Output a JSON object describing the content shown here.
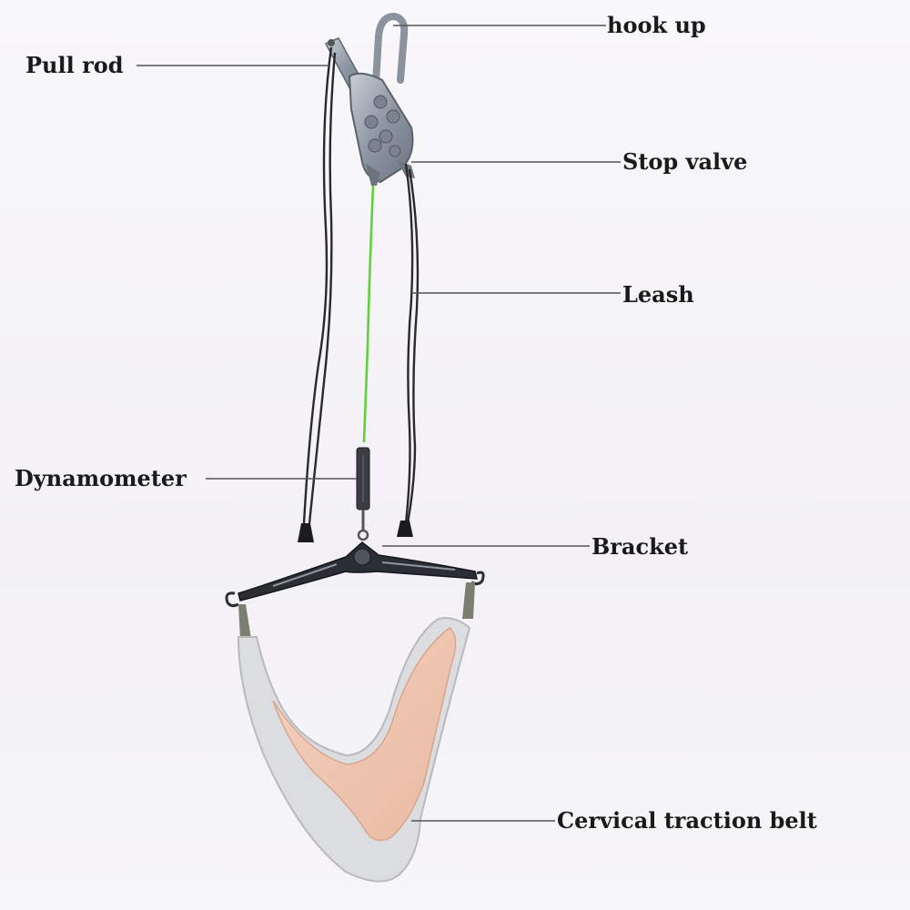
{
  "labels": {
    "hook_up": "hook up",
    "pull_rod": "Pull rod",
    "stop_valve": "Stop valve",
    "leash": "Leash",
    "dynamometer": "Dynamometer",
    "bracket": "Bracket",
    "cervical_traction_belt": "Cervical traction belt"
  },
  "colors": {
    "leader_line": "#555555",
    "green_cord": "#5fd13a",
    "pulley_metal": "#9aa3b0",
    "bracket_metal": "#2b2e33",
    "belt_pad": "#f0c8b2",
    "belt_shell": "#dcdde0"
  }
}
